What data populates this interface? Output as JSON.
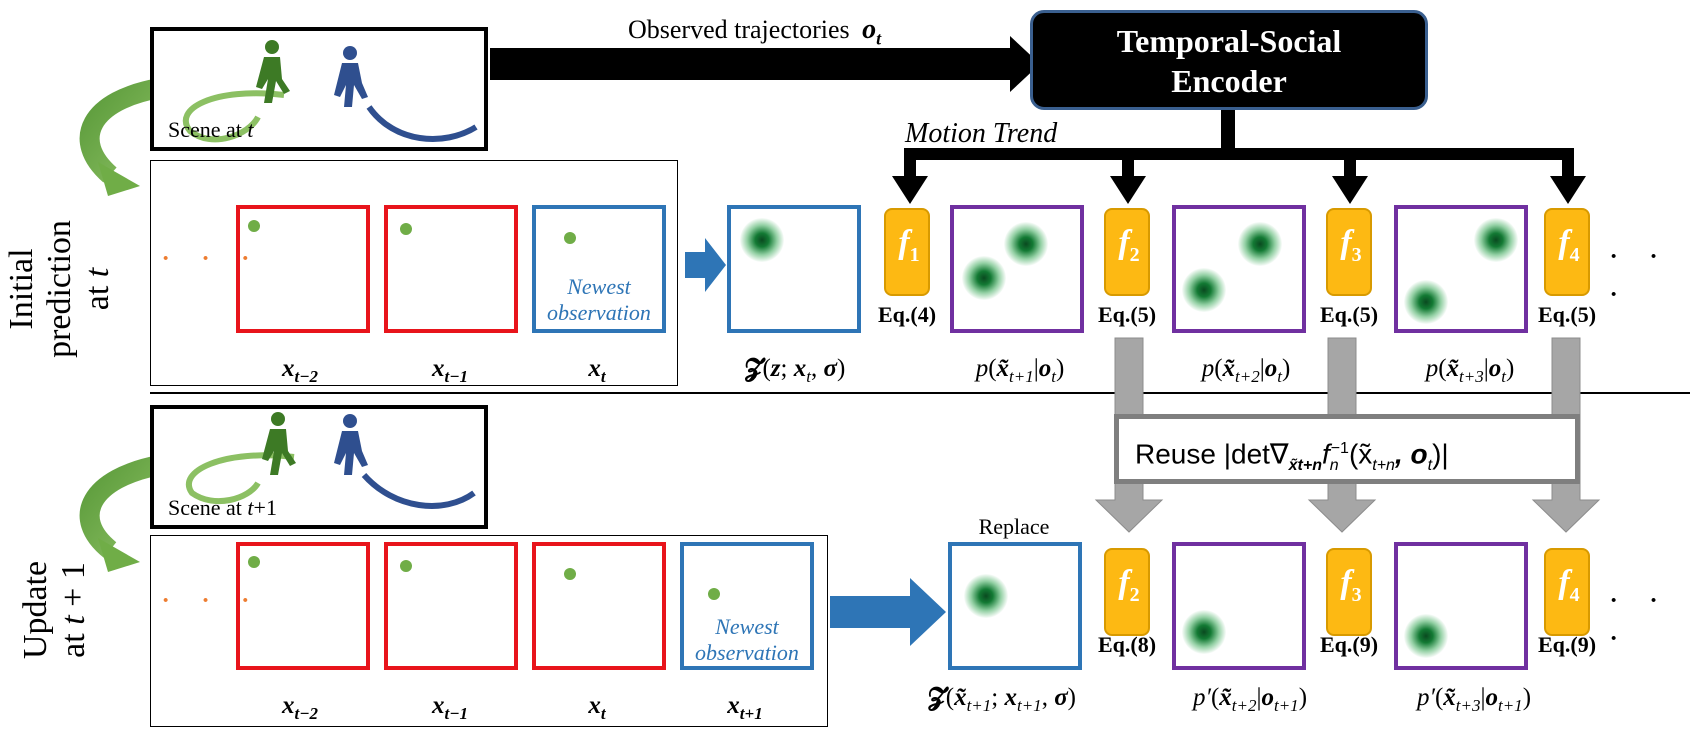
{
  "encoder": {
    "title_line1": "Temporal-Social",
    "title_line2": "Encoder"
  },
  "observed": {
    "label": "Observed trajectories",
    "symbol": "o",
    "sub": "t"
  },
  "motion_trend": "Motion Trend",
  "top": {
    "row_label_line1": "Initial",
    "row_label_line2": "prediction",
    "row_label_line3": "at t",
    "scene_label": "Scene at t",
    "newest_line1": "Newest",
    "newest_line2": "observation",
    "frames": [
      {
        "var": "x",
        "sub": "t−2"
      },
      {
        "var": "x",
        "sub": "t−1"
      },
      {
        "var": "x",
        "sub": "t"
      }
    ],
    "gauss_label": "𝓩(z; xₜ, σ)",
    "gauss": {
      "N": "𝓩",
      "args_a": "z",
      "args_b": "x",
      "args_b_sub": "t",
      "args_c": "σ"
    },
    "flows": [
      {
        "name": "f",
        "sub": "1",
        "eq": "Eq.(4)"
      },
      {
        "name": "f",
        "sub": "2",
        "eq": "Eq.(5)"
      },
      {
        "name": "f",
        "sub": "3",
        "eq": "Eq.(5)"
      },
      {
        "name": "f",
        "sub": "4",
        "eq": "Eq.(5)"
      }
    ],
    "preds": [
      {
        "sub": "t+1",
        "cond": "t"
      },
      {
        "sub": "t+2",
        "cond": "t"
      },
      {
        "sub": "t+3",
        "cond": "t"
      }
    ],
    "ellipsis": "· · ·",
    "lead_dots": "· · ·"
  },
  "reuse": {
    "prefix": "Reuse |det∇",
    "grad_sub": "x̃t+n",
    "fn": "f",
    "fn_sub": "n",
    "fn_sup": "−1",
    "args": "(x̃",
    "args_sub": "t+n",
    "args_rest": ", o",
    "args_rest_sub": "t",
    "suffix": ")|"
  },
  "bottom": {
    "row_label_line1": "Update",
    "row_label_line2": "at t + 1",
    "scene_label": "Scene at t+1",
    "newest_line1": "Newest",
    "newest_line2": "observation",
    "replace": "Replace",
    "frames": [
      {
        "var": "x",
        "sub": "t−2"
      },
      {
        "var": "x",
        "sub": "t−1"
      },
      {
        "var": "x",
        "sub": "t"
      },
      {
        "var": "x",
        "sub": "t+1"
      }
    ],
    "gauss": {
      "N": "𝓩",
      "a": "x̃",
      "a_sub": "t+1",
      "b": "x",
      "b_sub": "t+1",
      "c": "σ"
    },
    "flows": [
      {
        "name": "f",
        "sub": "2",
        "eq": "Eq.(8)"
      },
      {
        "name": "f",
        "sub": "3",
        "eq": "Eq.(9)"
      },
      {
        "name": "f",
        "sub": "4",
        "eq": "Eq.(9)"
      }
    ],
    "preds": [
      {
        "sub": "t+2",
        "cond": "t+1"
      },
      {
        "sub": "t+3",
        "cond": "t+1"
      }
    ],
    "ellipsis": "· · ·",
    "lead_dots": "· · ·"
  },
  "colors": {
    "red": "#e8141b",
    "blue": "#2e75b6",
    "purple": "#7030a0",
    "yellow": "#fdb913",
    "green": "#70ad47",
    "navy": "#2f4f8f",
    "gray": "#a6a6a6"
  }
}
